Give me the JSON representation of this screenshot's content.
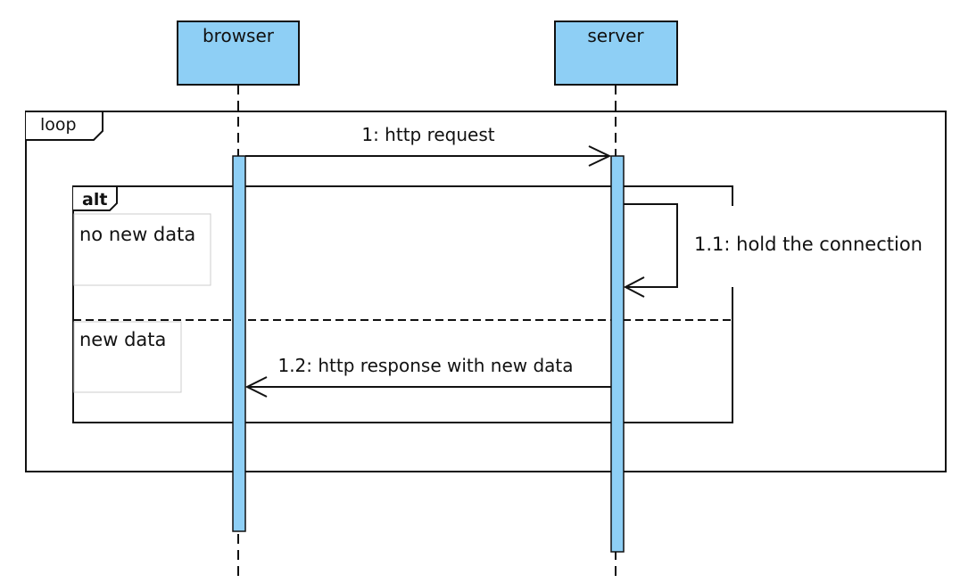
{
  "diagram": {
    "type": "sequence",
    "lifelines": {
      "browser": "browser",
      "server": "server"
    },
    "fragments": {
      "loop": {
        "operator": "loop"
      },
      "alt": {
        "operator": "alt",
        "guards": [
          "no new data",
          "new data"
        ]
      }
    },
    "messages": [
      {
        "id": "m1",
        "label": "1: http request",
        "from": "browser",
        "to": "server",
        "kind": "sync"
      },
      {
        "id": "m11",
        "label": "1.1: hold the connection",
        "from": "server",
        "to": "server",
        "kind": "self"
      },
      {
        "id": "m12",
        "label": "1.2: http response with new data",
        "from": "server",
        "to": "browser",
        "kind": "reply"
      }
    ],
    "colors": {
      "lifeline_fill": "#8ecff5",
      "activation_fill": "#8ecff5",
      "stroke": "#111111",
      "guard_box": "#cccccc"
    }
  }
}
